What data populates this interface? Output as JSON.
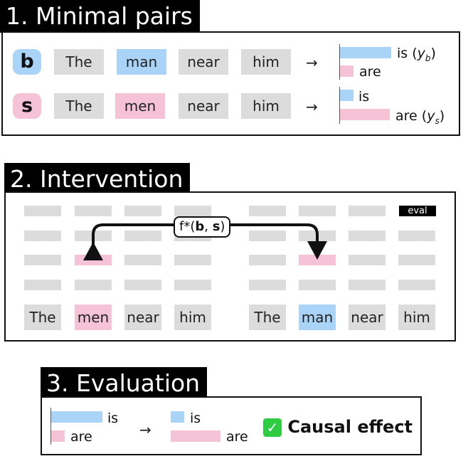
{
  "section1": {
    "header": "1. Minimal pairs",
    "rows": [
      {
        "badge": "b",
        "tokens": [
          "The",
          "man",
          "near",
          "him"
        ],
        "highlight": 1,
        "output": {
          "top_label": "is",
          "top_var": "y",
          "top_sub": "b",
          "bottom_label": "are"
        }
      },
      {
        "badge": "s",
        "tokens": [
          "The",
          "men",
          "near",
          "him"
        ],
        "highlight": 1,
        "output": {
          "top_label": "is",
          "bottom_label": "are",
          "bottom_var": "y",
          "bottom_sub": "s"
        }
      }
    ],
    "arrow": "→"
  },
  "section2": {
    "header": "2. Intervention",
    "left_tokens": [
      "The",
      "men",
      "near",
      "him"
    ],
    "right_tokens": [
      "The",
      "man",
      "near",
      "him"
    ],
    "function_prefix": "f*(",
    "function_arg1": "b",
    "function_sep": ", ",
    "function_arg2": "s",
    "function_suffix": ")",
    "eval_tag": "eval"
  },
  "section3": {
    "header": "3. Evaluation",
    "left": {
      "top": "is",
      "bottom": "are"
    },
    "arrow": "→",
    "right": {
      "top": "is",
      "bottom": "are"
    },
    "result": "Causal effect",
    "check_glyph": "✓"
  },
  "colors": {
    "blue": "#a9d3f7",
    "pink": "#f6c3d6",
    "gray": "#dcdcdc",
    "check": "#2ecc40"
  }
}
